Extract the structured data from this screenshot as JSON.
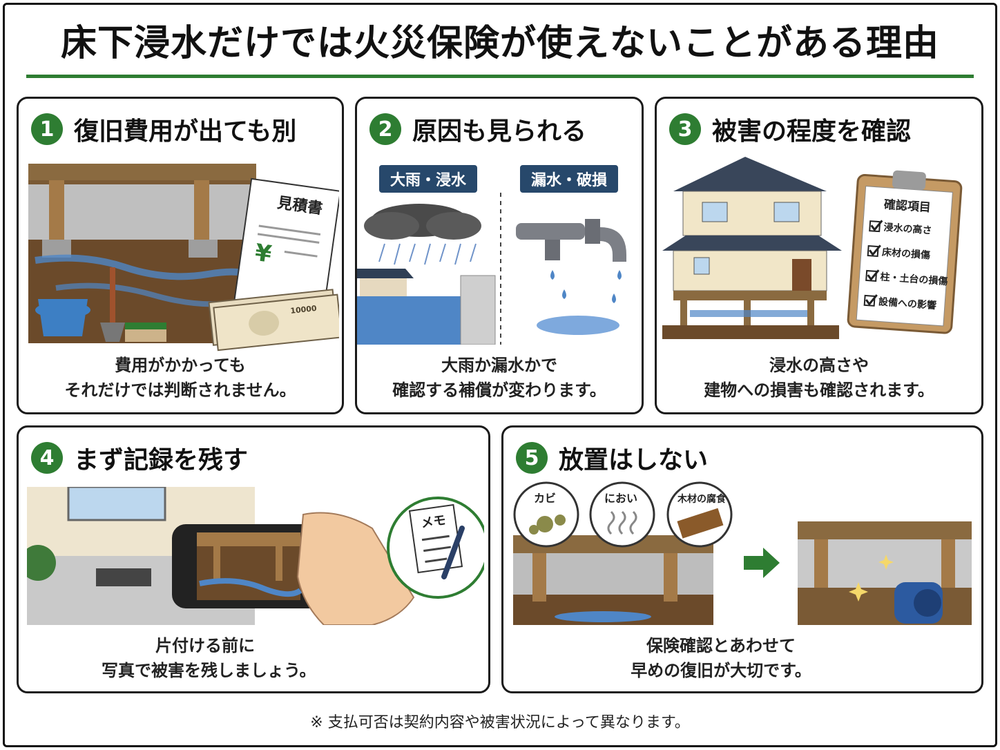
{
  "title": "床下浸水だけでは火災保険が使えないことがある理由",
  "panels": [
    {
      "number": "1",
      "title": "復旧費用が出ても別",
      "caption": [
        "費用がかかっても",
        "それだけでは判断されません。"
      ],
      "estimate_doc": "見積書",
      "yen_symbol": "¥",
      "banknote_value": "10000"
    },
    {
      "number": "2",
      "title": "原因も見られる",
      "tags": [
        "大雨・浸水",
        "漏水・破損"
      ],
      "caption": [
        "大雨か漏水かで",
        "確認する補償が変わります。"
      ]
    },
    {
      "number": "3",
      "title": "被害の程度を確認",
      "clipboard_title": "確認項目",
      "checklist": [
        "浸水の高さ",
        "床材の損傷",
        "柱・土台の損傷",
        "設備への影響"
      ],
      "caption": [
        "浸水の高さや",
        "建物への損害も確認されます。"
      ]
    },
    {
      "number": "4",
      "title": "まず記録を残す",
      "memo": "メモ",
      "caption": [
        "片付ける前に",
        "写真で被害を残しましょう。"
      ]
    },
    {
      "number": "5",
      "title": "放置はしない",
      "risks": [
        "カビ",
        "におい",
        "木材の腐食"
      ],
      "caption": [
        "保険確認とあわせて",
        "早めの復旧が大切です。"
      ]
    }
  ],
  "footnote": "※ 支払可否は契約内容や被害状況によって異なります。",
  "colors": {
    "accent_green": "#2e7d32",
    "tag_navy": "#27486b",
    "water_blue": "#4f86c6"
  }
}
